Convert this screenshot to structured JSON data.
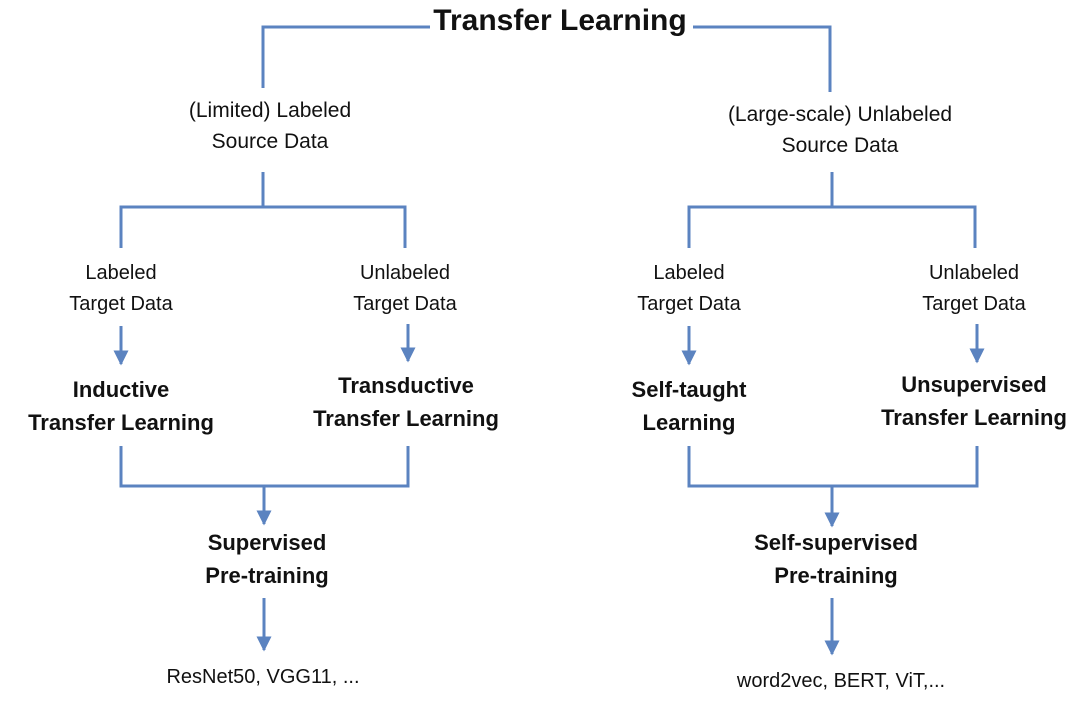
{
  "colors": {
    "line": "#5b83c0",
    "text": "#111111",
    "background": "#ffffff"
  },
  "title": "Transfer Learning",
  "left": {
    "source": {
      "line1": "(Limited) Labeled",
      "line2": "Source Data"
    },
    "labeled_target": {
      "line1": "Labeled",
      "line2": "Target Data"
    },
    "unlabeled_target": {
      "line1": "Unlabeled",
      "line2": "Target Data"
    },
    "method_a": {
      "line1": "Inductive",
      "line2": "Transfer Learning"
    },
    "method_b": {
      "line1": "Transductive",
      "line2": "Transfer Learning"
    },
    "pretraining": {
      "line1": "Supervised",
      "line2": "Pre-training"
    },
    "examples": "ResNet50, VGG11, ..."
  },
  "right": {
    "source": {
      "line1": "(Large-scale) Unlabeled",
      "line2": "Source Data"
    },
    "labeled_target": {
      "line1": "Labeled",
      "line2": "Target Data"
    },
    "unlabeled_target": {
      "line1": "Unlabeled",
      "line2": "Target Data"
    },
    "method_a": {
      "line1": "Self-taught",
      "line2": "Learning"
    },
    "method_b": {
      "line1": "Unsupervised",
      "line2": "Transfer Learning"
    },
    "pretraining": {
      "line1": "Self-supervised",
      "line2": "Pre-training"
    },
    "examples": "word2vec, BERT, ViT,..."
  }
}
